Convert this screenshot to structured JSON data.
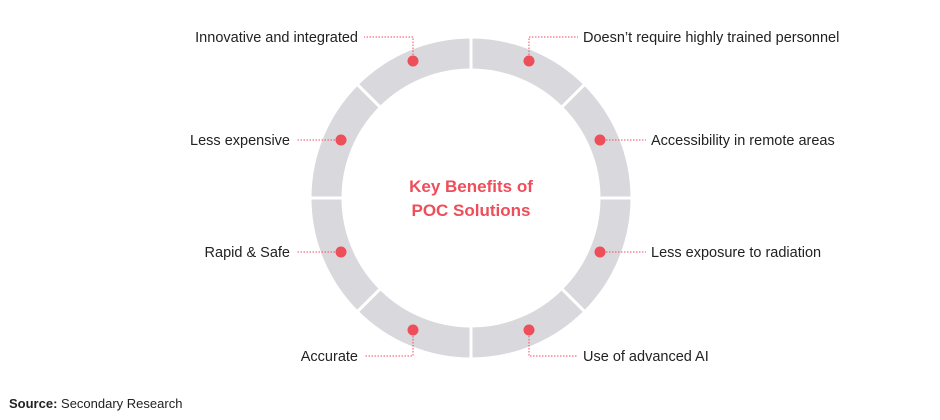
{
  "diagram": {
    "center_title_line1": "Key Benefits of",
    "center_title_line2": "POC Solutions",
    "benefits": [
      "Innovative and integrated",
      "Doesn’t require highly trained personnel",
      "Less expensive",
      "Accessibility in remote areas",
      "Rapid & Safe",
      "Less exposure to radiation",
      "Accurate",
      "Use of advanced AI"
    ],
    "segment_count": 8
  },
  "source": {
    "label": "Source:",
    "text": "Secondary Research"
  },
  "colors": {
    "accent": "#ee4e5a",
    "ring": "#d9d8dc",
    "text": "#222222"
  }
}
